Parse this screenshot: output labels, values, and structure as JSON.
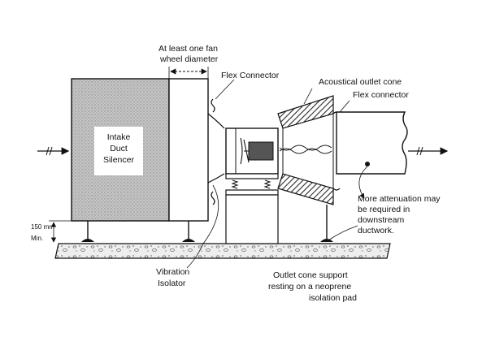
{
  "labels": {
    "fan_wheel_line1": "At least one fan",
    "fan_wheel_line2": "wheel diameter",
    "flex_connector_inlet": "Flex Connector",
    "acoustical_outlet_cone": "Acoustical outlet cone",
    "flex_connector_outlet": "Flex connector",
    "silencer_line1": "Intake",
    "silencer_line2": "Duct",
    "silencer_line3": "Silencer",
    "attenuation_line1": "More attenuation may",
    "attenuation_line2": "be required in",
    "attenuation_line3": "downstream",
    "attenuation_line4": "ductwork.",
    "clearance_value": "150 mm",
    "clearance_min": "Min.",
    "isolator_line1": "Vibration",
    "isolator_line2": "Isolator",
    "cone_support_line1": "Outlet cone support",
    "cone_support_line2": "resting on a neoprene",
    "cone_support_line3": "isolation pad"
  },
  "colors": {
    "ink": "#111111",
    "silencer_fill": "#bdbdbd",
    "cone_hatch": "#2a2a2a",
    "motor_fill": "#555555",
    "floor_fill": "#e8e8e8"
  }
}
